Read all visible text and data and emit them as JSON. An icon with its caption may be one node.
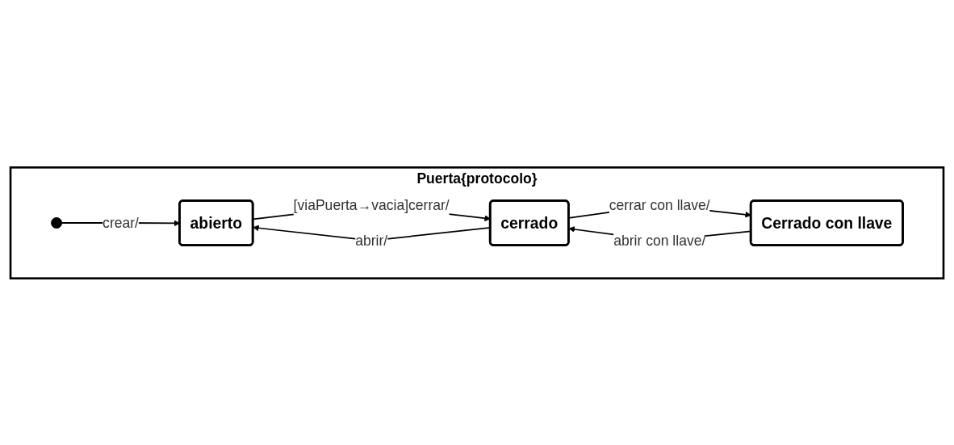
{
  "diagram": {
    "nodes": [
      {
        "text": [
          "Puerta{protocolo}"
        ]
      },
      {
        "text": [],
        "shape": "circle",
        "in": 0
      },
      {
        "text": [
          "abierto"
        ],
        "in": 0
      },
      {
        "text": [
          "cerrado"
        ],
        "in": 0
      },
      {
        "text": [
          "Cerrado con llave"
        ],
        "in": 0
      }
    ],
    "edges": [
      {
        "from": 1,
        "to": 2,
        "arrow": "to",
        "label": "crear/"
      },
      {
        "from": 2,
        "to": 3,
        "arrow": "to",
        "label": "[viaPuerta→vacia]cerrar/"
      },
      {
        "from": 3,
        "to": 2,
        "arrow": "to",
        "label": "abrir/"
      },
      {
        "from": 3,
        "to": 4,
        "arrow": "to",
        "label": "cerrar con llave/"
      },
      {
        "from": 4,
        "to": 3,
        "arrow": "to",
        "label": "abrir con llave/"
      }
    ]
  }
}
